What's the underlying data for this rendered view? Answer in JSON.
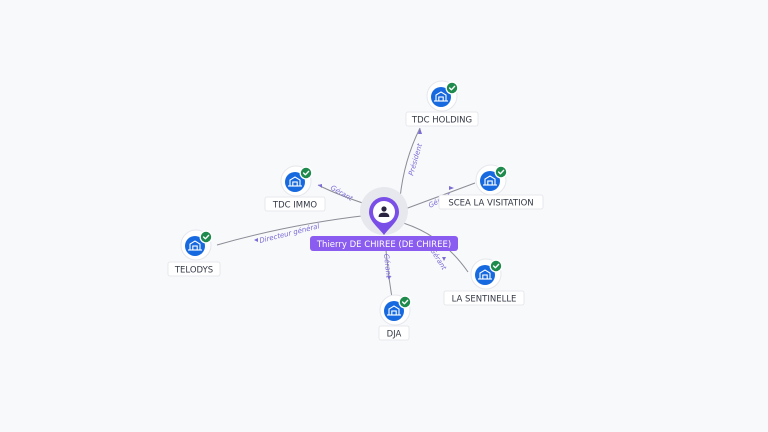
{
  "graph": {
    "center": {
      "label": "Thierry DE CHIREE (DE CHIREE)",
      "icon": "person-icon"
    },
    "colors": {
      "background": "#f8f9fb",
      "company": "#1769e0",
      "verified": "#1e8a4c",
      "person": "#7a4fe8",
      "relation": "#7b6cd6",
      "edge": "#8c8c96"
    },
    "nodes": [
      {
        "id": "tdc-holding",
        "label": "TDC HOLDING",
        "icon": "building-icon",
        "verified": true,
        "relation": "Président"
      },
      {
        "id": "tdc-immo",
        "label": "TDC IMMO",
        "icon": "building-icon",
        "verified": true,
        "relation": "Gérant"
      },
      {
        "id": "scea",
        "label": "SCEA LA VISITATION",
        "icon": "building-icon",
        "verified": true,
        "relation": "Gérant"
      },
      {
        "id": "telodys",
        "label": "TELODYS",
        "icon": "building-icon",
        "verified": true,
        "relation": "Directeur général"
      },
      {
        "id": "la-sentinelle",
        "label": "LA SENTINELLE",
        "icon": "building-icon",
        "verified": true,
        "relation": "Gérant"
      },
      {
        "id": "dja",
        "label": "DJA",
        "icon": "building-icon",
        "verified": true,
        "relation": "Gérant"
      }
    ]
  }
}
